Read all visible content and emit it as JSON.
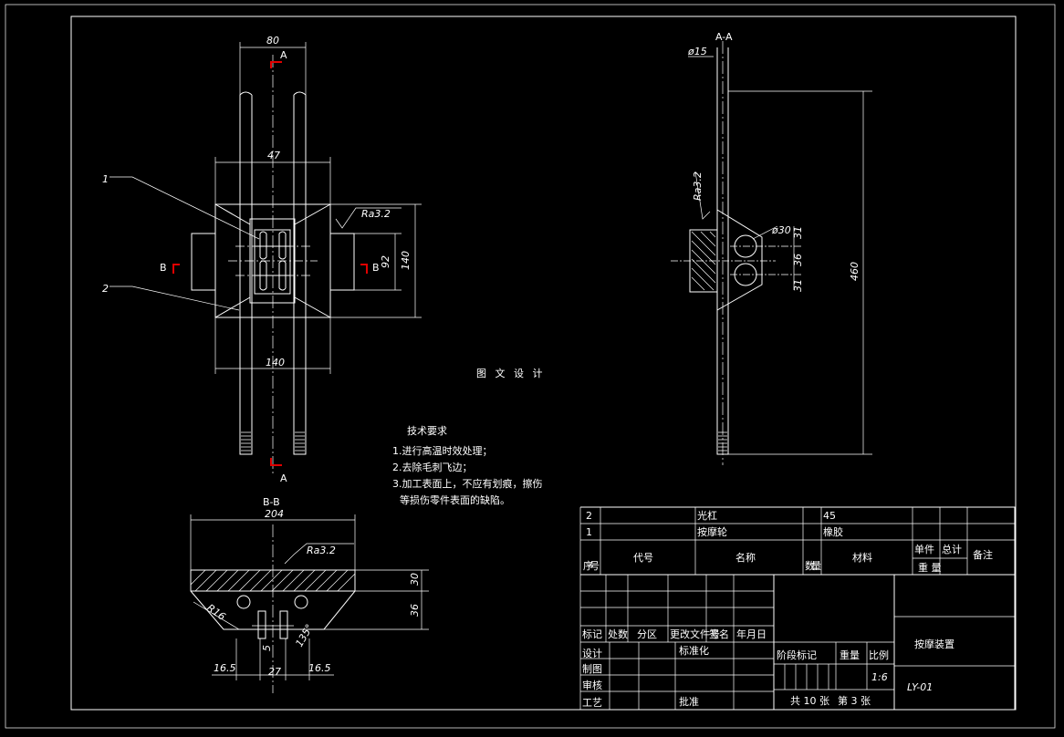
{
  "watermark": "图 文 设 计",
  "front_view": {
    "dims": {
      "d80": "80",
      "d47": "47",
      "d92": "92",
      "d140v": "140",
      "d140h": "140",
      "ra": "Ra3.2"
    },
    "section_a": "A",
    "section_b": "B",
    "leader_1": "1",
    "leader_2": "2"
  },
  "side_view": {
    "title": "A-A",
    "dims": {
      "phi15": "ø15",
      "ra": "Ra3.2",
      "phi30": "ø30",
      "d31a": "31",
      "d36": "36",
      "d31b": "31",
      "d460": "460"
    }
  },
  "section_view": {
    "title": "B-B",
    "dims": {
      "d204": "204",
      "ra": "Ra3.2",
      "d30": "30",
      "d36": "36",
      "r16": "R16",
      "d5": "5",
      "d165a": "16.5",
      "d27": "27",
      "d165b": "16.5",
      "d135": "135°"
    }
  },
  "tech_requirements": {
    "title": "技术要求",
    "items": [
      "1.进行高温时效处理；",
      "2.去除毛刺飞边；",
      "3.加工表面上，不应有划痕，擦伤",
      "等损伤零件表面的缺陷。"
    ]
  },
  "title_block": {
    "parts": [
      {
        "no": "2",
        "name": "光杠",
        "material": "45"
      },
      {
        "no": "1",
        "name": "按摩轮",
        "material": "橡胶"
      }
    ],
    "headers": {
      "seq": "序号",
      "code": "代号",
      "name": "名称",
      "qty": "数量",
      "material": "材料",
      "unit_weight": "单件",
      "total_weight": "总计",
      "weight": "重 量",
      "remark": "备注"
    },
    "rev_headers": [
      "标记",
      "处数",
      "分区",
      "更改文件号",
      "签名",
      "年月日"
    ],
    "roles": [
      "设计",
      "制图",
      "审核",
      "工艺"
    ],
    "standardized": "标准化",
    "approve": "批准",
    "stage_mark": "阶段标记",
    "weight": "重量",
    "scale": "比例",
    "scale_value": "1:6",
    "sheets": "共 10 张",
    "sheet_no": "第 3 张",
    "drawing_name": "按摩装置",
    "drawing_code": "LY-01"
  }
}
